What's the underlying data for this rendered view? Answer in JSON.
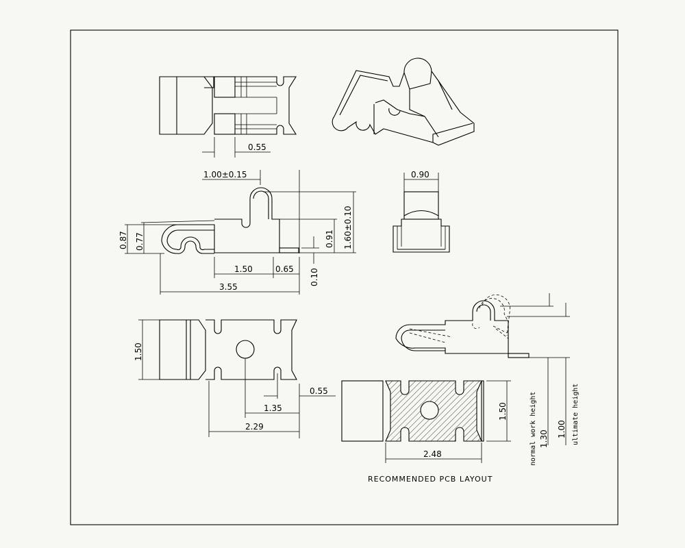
{
  "dimensions": {
    "top_gap": "0.55",
    "clip_w": "1.00±0.15",
    "height_087": "0.87",
    "height_077": "0.77",
    "height_091": "0.91",
    "height_160": "1.60±0.10",
    "pitch_150": "1.50",
    "pad_065": "0.65",
    "thick_010": "0.10",
    "total_355": "3.55",
    "end_w_090": "0.90",
    "bottom_150": "1.50",
    "bottom_055": "0.55",
    "bottom_135": "1.35",
    "bottom_229": "2.29",
    "pcb_150": "1.50",
    "pcb_248": "2.48",
    "work_130": "1.30",
    "ult_100": "1.00"
  },
  "labels": {
    "pcb_layout": "RECOMMENDED PCB LAYOUT",
    "normal_work": "normal work height",
    "ultimate": "ultimate height"
  }
}
